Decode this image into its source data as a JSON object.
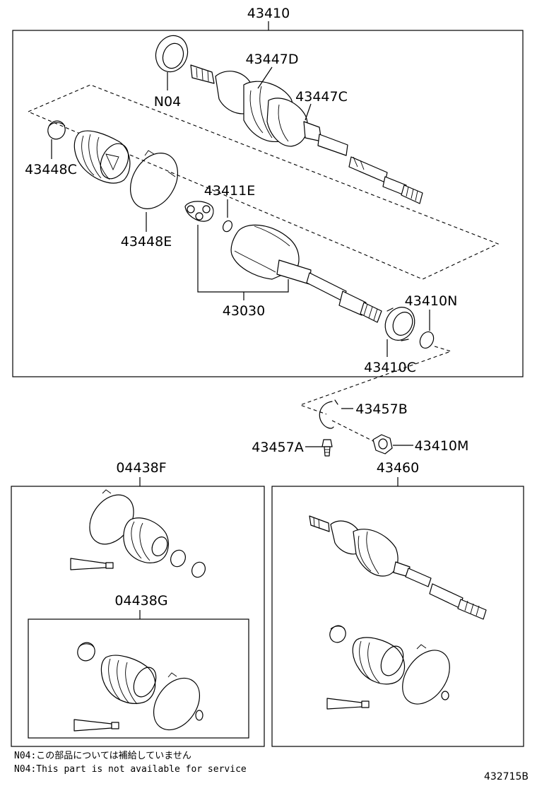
{
  "labels": {
    "assy_43410": "43410",
    "n04": "N04",
    "p43447D": "43447D",
    "p43447C": "43447C",
    "p43448C": "43448C",
    "p43448E": "43448E",
    "p43411E": "43411E",
    "p43030": "43030",
    "p43410N": "43410N",
    "p43410C": "43410C",
    "p43457B": "43457B",
    "p43457A": "43457A",
    "p43410M": "43410M",
    "p43460": "43460",
    "kit_04438F": "04438F",
    "kit_04438G": "04438G"
  },
  "notes": {
    "jp": "N04:この部品については補給していません",
    "en": "N04:This part is not available for service"
  },
  "figure_code": "432715B"
}
